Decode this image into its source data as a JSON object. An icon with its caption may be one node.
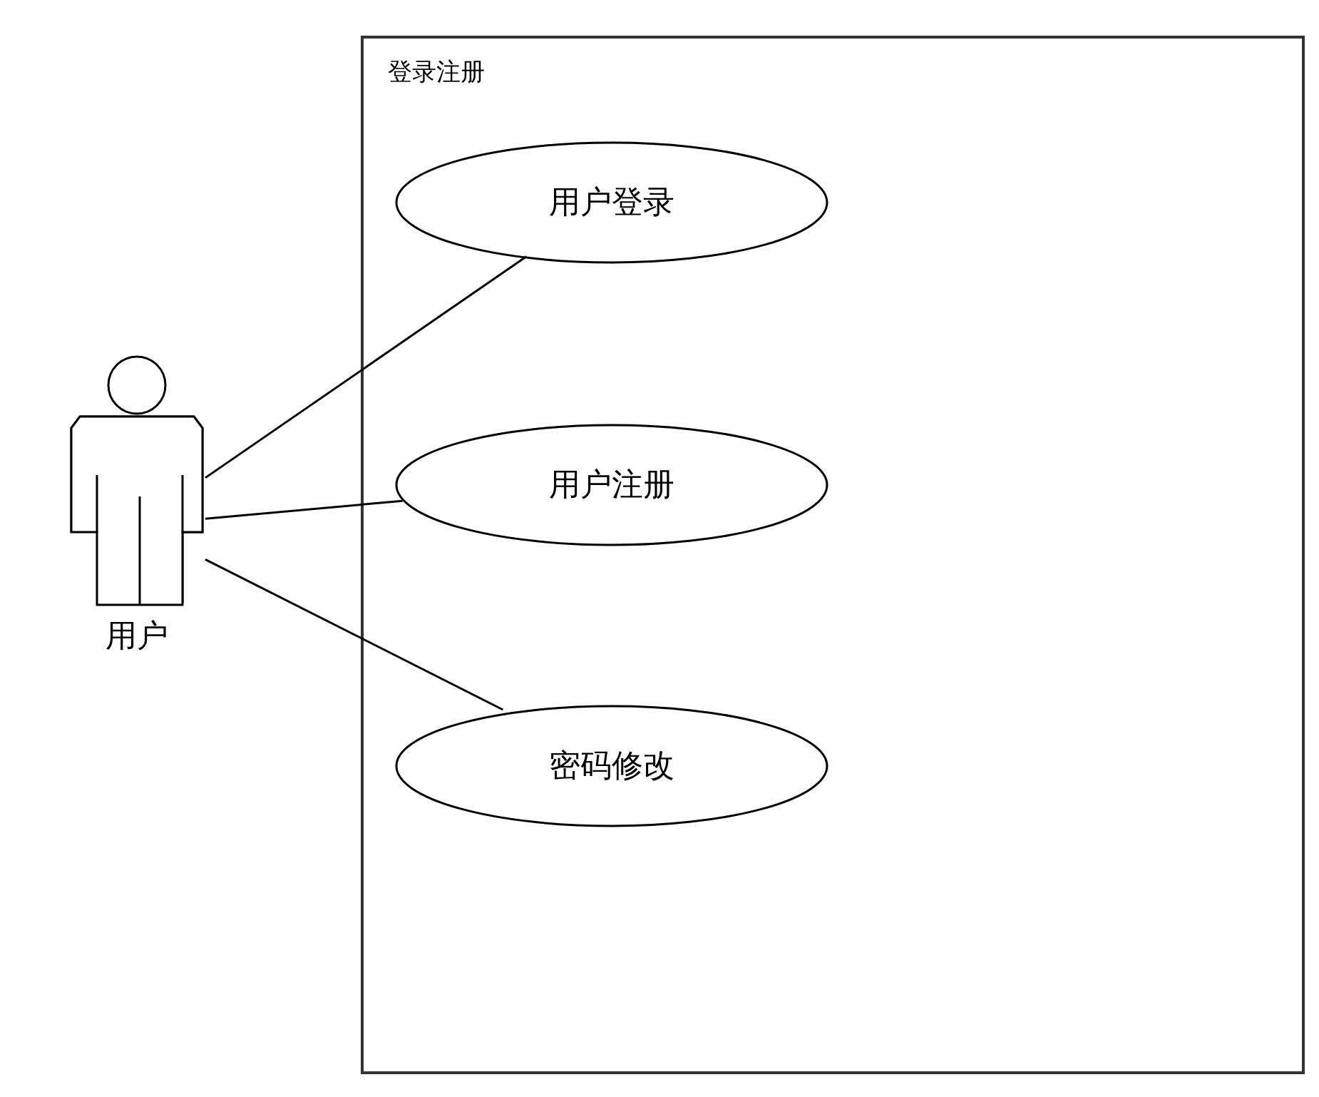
{
  "diagram": {
    "nodes": [
      {
        "text": [
          "用户"
        ]
      },
      {
        "text": [
          "登录注册"
        ]
      },
      {
        "text": [
          "用户登录"
        ],
        "in": 1
      },
      {
        "text": [
          "用户注册"
        ],
        "in": 1
      },
      {
        "text": [
          "密码修改"
        ],
        "in": 1
      }
    ],
    "edges": [
      {
        "from": 0,
        "to": 2,
        "arrow": "none"
      },
      {
        "from": 0,
        "to": 3,
        "arrow": "none"
      },
      {
        "from": 0,
        "to": 4,
        "arrow": "none"
      }
    ]
  }
}
